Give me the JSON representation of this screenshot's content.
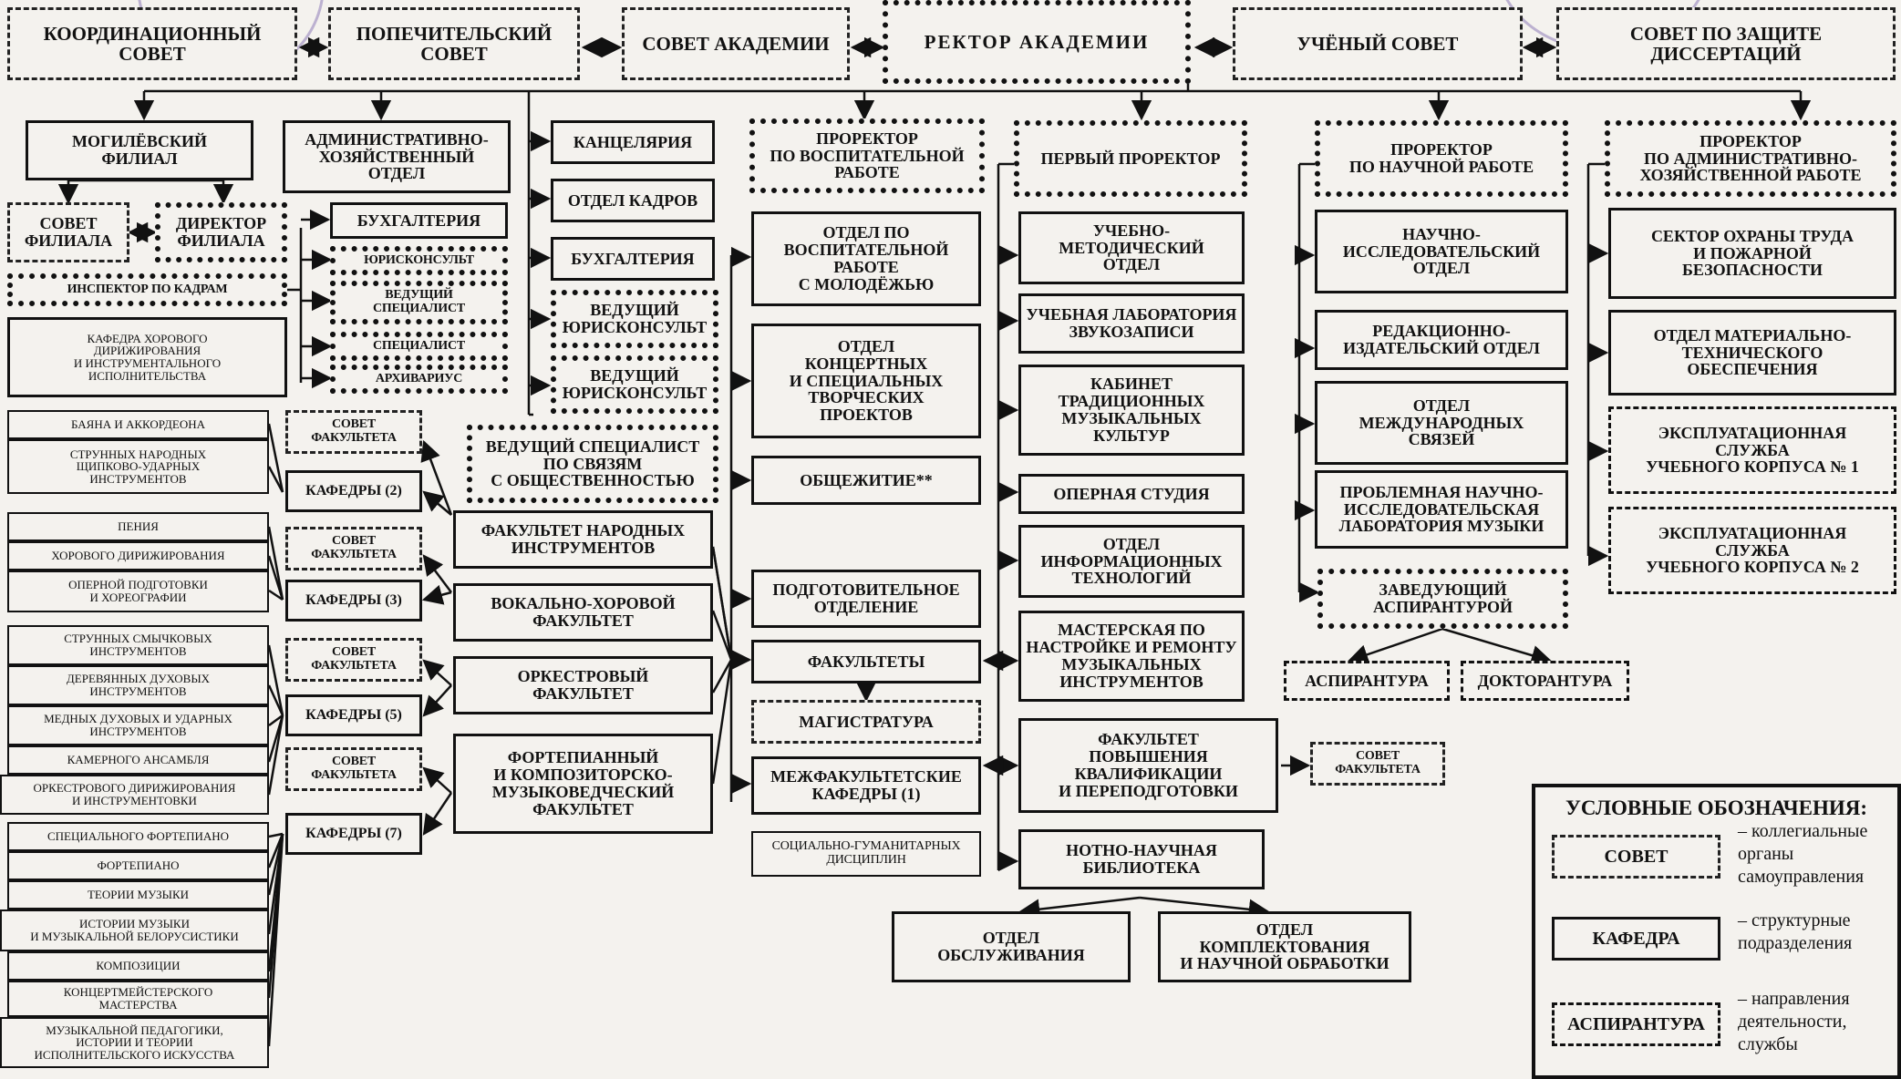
{
  "diagram": {
    "top": {
      "coordination": "КООРДИНАЦИОННЫЙ\nСОВЕТ",
      "trustee": "ПОПЕЧИТЕЛЬСКИЙ\nСОВЕТ",
      "academy_council": "СОВЕТ АКАДЕМИИ",
      "rector": "РЕКТОР АКАДЕМИИ",
      "academic_council": "УЧЁНЫЙ СОВЕТ",
      "dissertation": "СОВЕТ ПО ЗАЩИТЕ\nДИССЕРТАЦИЙ"
    },
    "mogilev": {
      "branch": "МОГИЛЁВСКИЙ\nФИЛИАЛ",
      "branch_council": "СОВЕТ\nФИЛИАЛА",
      "branch_director": "ДИРЕКТОР\nФИЛИАЛА",
      "hr_inspector": "ИНСПЕКТОР ПО КАДРАМ",
      "choral_dept": "КАФЕДРА ХОРОВОГО\nДИРИЖИРОВАНИЯ\nИ ИНСТРУМЕНТАЛЬНОГО\nИСПОЛНИТЕЛЬСТВА"
    },
    "admin": {
      "admin_dept": "АДМИНИСТРАТИВНО-\nХОЗЯЙСТВЕННЫЙ\nОТДЕЛ",
      "accounting": "БУХГАЛТЕРИЯ",
      "legal": "ЮРИСКОНСУЛЬТ",
      "lead_specialist": "ВЕДУЩИЙ\nСПЕЦИАЛИСТ",
      "specialist": "СПЕЦИАЛИСТ",
      "archivist": "АРХИВАРИУС"
    },
    "office": {
      "chancellery": "КАНЦЕЛЯРИЯ",
      "personnel": "ОТДЕЛ КАДРОВ",
      "accounting": "БУХГАЛТЕРИЯ",
      "legal1": "ВЕДУЩИЙ\nЮРИСКОНСУЛЬТ",
      "legal2": "ВЕДУЩИЙ\nЮРИСКОНСУЛЬТ",
      "pr_specialist": "ВЕДУЩИЙ СПЕЦИАЛИСТ\nПО СВЯЗЯМ\nС ОБЩЕСТВЕННОСТЬЮ"
    },
    "education_vp": {
      "title": "ПРОРЕКТОР\nПО ВОСПИТАТЕЛЬНОЙ\nРАБОТЕ",
      "youth": "ОТДЕЛ ПО\nВОСПИТАТЕЛЬНОЙ\nРАБОТЕ\nС МОЛОДЁЖЬЮ",
      "concert": "ОТДЕЛ\nКОНЦЕРТНЫХ\nИ СПЕЦИАЛЬНЫХ\nТВОРЧЕСКИХ\nПРОЕКТОВ",
      "dormitory": "ОБЩЕЖИТИЕ**"
    },
    "first_vp": {
      "title": "ПЕРВЫЙ ПРОРЕКТОР",
      "method": "УЧЕБНО-\nМЕТОДИЧЕСКИЙ\nОТДЕЛ",
      "sound_lab": "УЧЕБНАЯ ЛАБОРАТОРИЯ\nЗВУКОЗАПИСИ",
      "traditional": "КАБИНЕТ\nТРАДИЦИОННЫХ\nМУЗЫКАЛЬНЫХ\nКУЛЬТУР",
      "opera": "ОПЕРНАЯ СТУДИЯ",
      "it": "ОТДЕЛ\nИНФОРМАЦИОННЫХ\nТЕХНОЛОГИЙ",
      "workshop": "МАСТЕРСКАЯ ПО\nНАСТРОЙКЕ И РЕМОНТУ\nМУЗЫКАЛЬНЫХ\nИНСТРУМЕНТОВ",
      "qualification": "ФАКУЛЬТЕТ\nПОВЫШЕНИЯ\nКВАЛИФИКАЦИИ\nИ ПЕРЕПОДГОТОВКИ",
      "library": "НОТНО-НАУЧНАЯ\nБИБЛИОТЕКА",
      "service": "ОТДЕЛ\nОБСЛУЖИВАНИЯ",
      "acquisition": "ОТДЕЛ\nКОМПЛЕКТОВАНИЯ\nИ НАУЧНОЙ ОБРАБОТКИ",
      "qual_council": "СОВЕТ\nФАКУЛЬТЕТА"
    },
    "faculties": {
      "preparatory": "ПОДГОТОВИТЕЛЬНОЕ\nОТДЕЛЕНИЕ",
      "faculties": "ФАКУЛЬТЕТЫ",
      "magistracy": "МАГИСТРАТУРА",
      "interfaculty": "МЕЖФАКУЛЬТЕТСКИЕ\nКАФЕДРЫ (1)",
      "social": "СОЦИАЛЬНО-ГУМАНИТАРНЫХ\nДИСЦИПЛИН",
      "folk": "ФАКУЛЬТЕТ НАРОДНЫХ\nИНСТРУМЕНТОВ",
      "vocal": "ВОКАЛЬНО-ХОРОВОЙ\nФАКУЛЬТЕТ",
      "orchestra": "ОРКЕСТРОВЫЙ\nФАКУЛЬТЕТ",
      "piano": "ФОРТЕПИАННЫЙ\nИ КОМПОЗИТОРСКО-\nМУЗЫКОВЕДЧЕСКИЙ\nФАКУЛЬТЕТ",
      "fac_council": "СОВЕТ\nФАКУЛЬТЕТА",
      "depts2": "КАФЕДРЫ (2)",
      "depts3": "КАФЕДРЫ (3)",
      "depts5": "КАФЕДРЫ (5)",
      "depts7": "КАФЕДРЫ (7)"
    },
    "departments": {
      "bayan": "БАЯНА И АККОРДЕОНА",
      "strings_folk": "СТРУННЫХ НАРОДНЫХ\nЩИПКОВО-УДАРНЫХ\nИНСТРУМЕНТОВ",
      "singing": "ПЕНИЯ",
      "choral": "ХОРОВОГО ДИРИЖИРОВАНИЯ",
      "opera_prep": "ОПЕРНОЙ ПОДГОТОВКИ\nИ ХОРЕОГРАФИИ",
      "bowed": "СТРУННЫХ СМЫЧКОВЫХ\nИНСТРУМЕНТОВ",
      "woodwind": "ДЕРЕВЯННЫХ ДУХОВЫХ\nИНСТРУМЕНТОВ",
      "brass": "МЕДНЫХ ДУХОВЫХ И УДАРНЫХ\nИНСТРУМЕНТОВ",
      "chamber": "КАМЕРНОГО АНСАМБЛЯ",
      "orch_cond": "ОРКЕСТРОВОГО ДИРИЖИРОВАНИЯ\nИ ИНСТРУМЕНТОВКИ",
      "special_piano": "СПЕЦИАЛЬНОГО ФОРТЕПИАНО",
      "piano": "ФОРТЕПИАНО",
      "theory": "ТЕОРИИ МУЗЫКИ",
      "history": "ИСТОРИИ МУЗЫКИ\nИ МУЗЫКАЛЬНОЙ БЕЛОРУСИСТИКИ",
      "composition": "КОМПОЗИЦИИ",
      "accompaniment": "КОНЦЕРТМЕЙСТЕРСКОГО\nМАСТЕРСТВА",
      "pedagogy": "МУЗЫКАЛЬНОЙ ПЕДАГОГИКИ,\nИСТОРИИ И ТЕОРИИ\nИСПОЛНИТЕЛЬСКОГО ИСКУССТВА"
    },
    "science_vp": {
      "title": "ПРОРЕКТОР\nПО НАУЧНОЙ РАБОТЕ",
      "research": "НАУЧНО-\nИССЛЕДОВАТЕЛЬСКИЙ\nОТДЕЛ",
      "editorial": "РЕДАКЦИОННО-\nИЗДАТЕЛЬСКИЙ ОТДЕЛ",
      "international": "ОТДЕЛ\nМЕЖДУНАРОДНЫХ\nСВЯЗЕЙ",
      "lab": "ПРОБЛЕМНАЯ НАУЧНО-\nИССЛЕДОВАТЕЛЬСКАЯ\nЛАБОРАТОРИЯ МУЗЫКИ",
      "postgrad_head": "ЗАВЕДУЮЩИЙ\nАСПИРАНТУРОЙ",
      "postgrad": "АСПИРАНТУРА",
      "doctoral": "ДОКТОРАНТУРА"
    },
    "admin_vp": {
      "title": "ПРОРЕКТОР\nПО АДМИНИСТРАТИВНО-\nХОЗЯЙСТВЕННОЙ РАБОТЕ",
      "safety": "СЕКТОР ОХРАНЫ ТРУДА\nИ ПОЖАРНОЙ\nБЕЗОПАСНОСТИ",
      "material": "ОТДЕЛ МАТЕРИАЛЬНО-\nТЕХНИЧЕСКОГО\nОБЕСПЕЧЕНИЯ",
      "building1": "ЭКСПЛУАТАЦИОННАЯ\nСЛУЖБА\nУЧЕБНОГО КОРПУСА № 1",
      "building2": "ЭКСПЛУАТАЦИОННАЯ\nСЛУЖБА\nУЧЕБНОГО КОРПУСА № 2"
    },
    "legend": {
      "title": "УСЛОВНЫЕ ОБОЗНАЧЕНИЯ:",
      "council_box": "СОВЕТ",
      "council_text": "– коллегиальные\nорганы\nсамоуправления",
      "dept_box": "КАФЕДРА",
      "dept_text": "– структурные\nподразделения",
      "direction_box": "АСПИРАНТУРА",
      "direction_text": "– направления\nдеятельности,\nслужбы"
    },
    "colors": {
      "ink": "#111111",
      "paper": "#f4f2ee",
      "stamp": "#8e7cb8"
    }
  }
}
